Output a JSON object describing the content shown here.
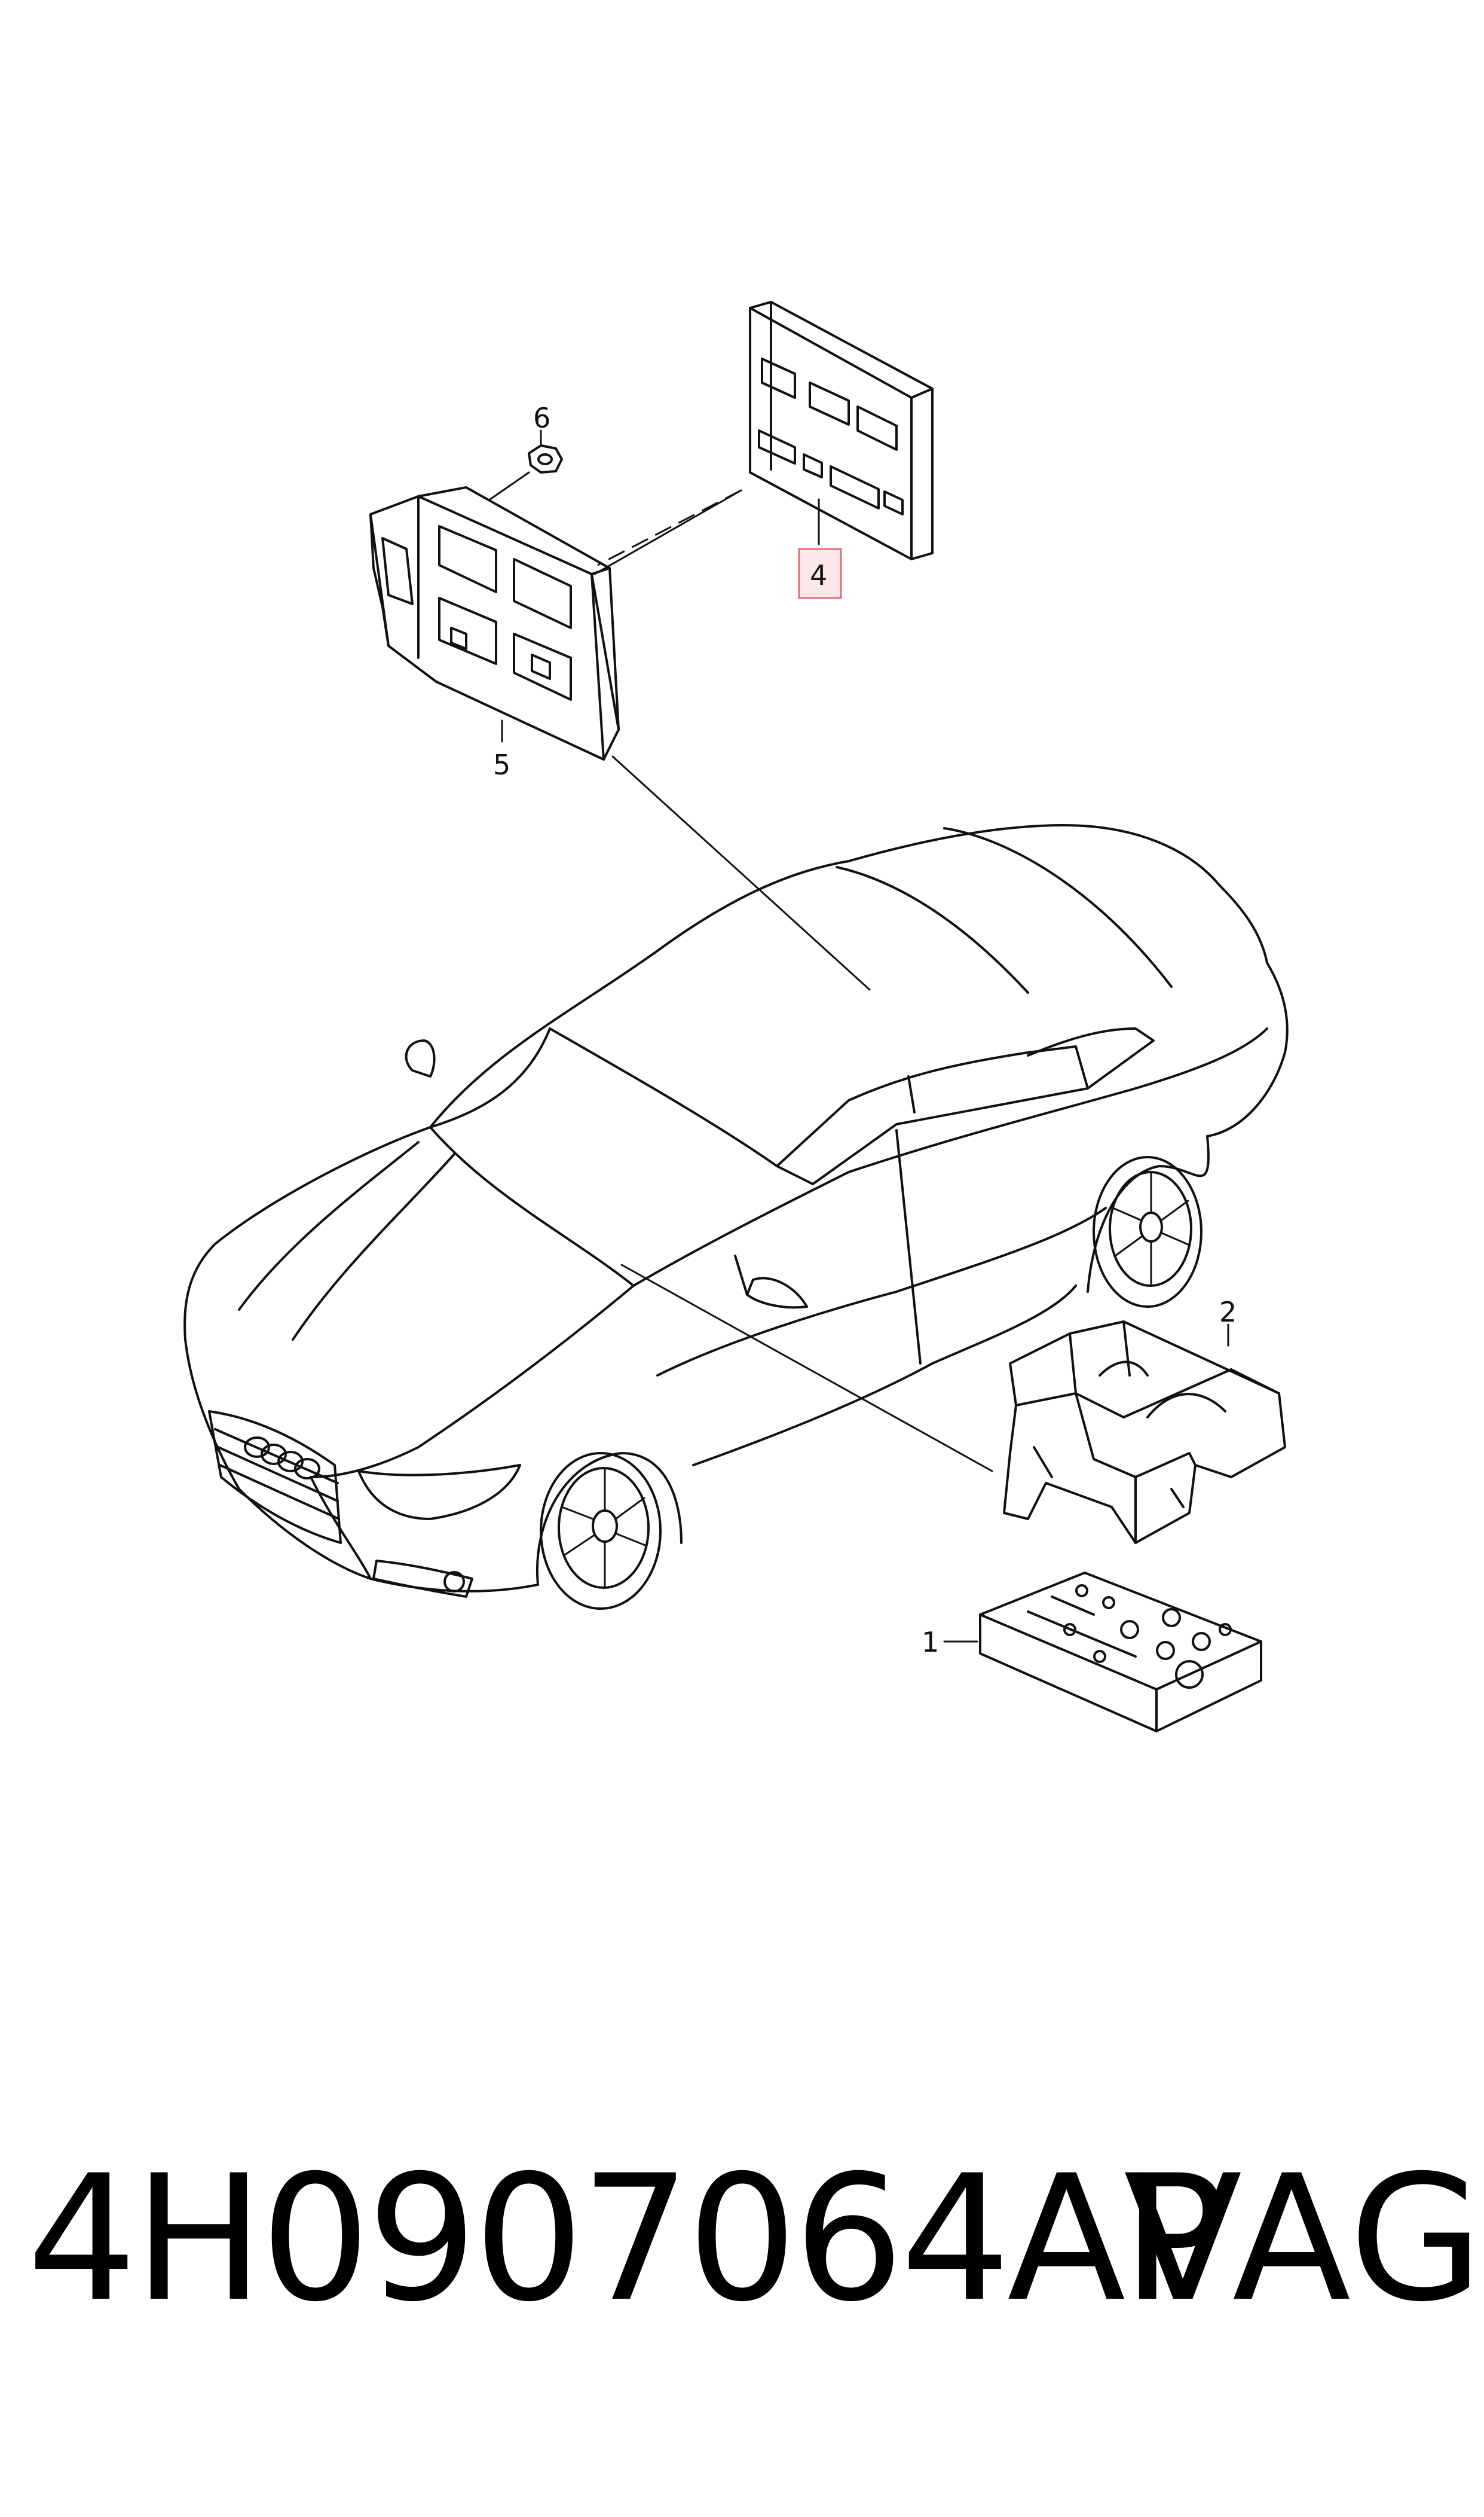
{
  "callouts": {
    "c1": "1",
    "c2": "2",
    "c4": "4",
    "c5": "5",
    "c6": "6"
  },
  "highlight_color": "#e06d7a",
  "footer": {
    "part_number": "4H0907064AP",
    "brand": "VAG"
  }
}
